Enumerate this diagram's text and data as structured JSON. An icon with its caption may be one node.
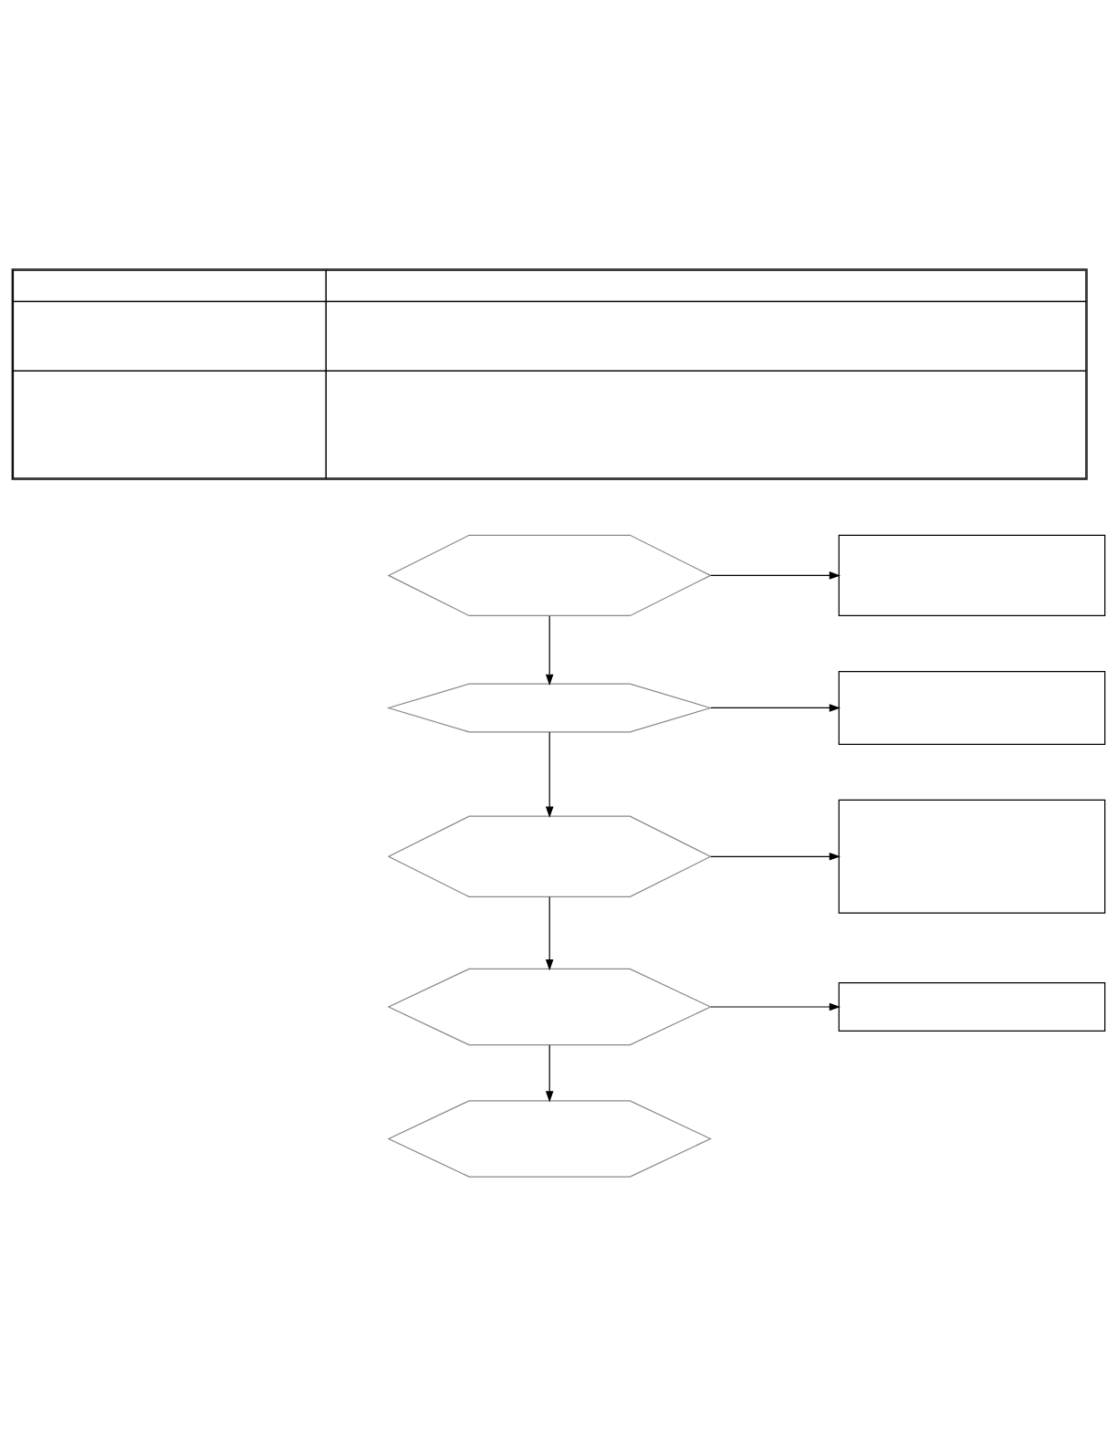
{
  "diagram": {
    "nodes": [
      {
        "text": [],
        "shape": "table"
      },
      {
        "text": [],
        "shape": "hexagon"
      },
      {
        "text": [],
        "shape": "box"
      },
      {
        "text": [],
        "shape": "hexagon"
      },
      {
        "text": [],
        "shape": "box"
      },
      {
        "text": [],
        "shape": "hexagon"
      },
      {
        "text": [],
        "shape": "box"
      },
      {
        "text": [],
        "shape": "hexagon"
      },
      {
        "text": [],
        "shape": "box"
      },
      {
        "text": [],
        "shape": "hexagon"
      }
    ],
    "edges": [
      {
        "from": 1,
        "to": 2,
        "arrow": "to"
      },
      {
        "from": 1,
        "to": 3,
        "arrow": "to"
      },
      {
        "from": 3,
        "to": 4,
        "arrow": "to"
      },
      {
        "from": 3,
        "to": 5,
        "arrow": "to"
      },
      {
        "from": 5,
        "to": 6,
        "arrow": "to"
      },
      {
        "from": 5,
        "to": 7,
        "arrow": "to"
      },
      {
        "from": 7,
        "to": 8,
        "arrow": "to"
      },
      {
        "from": 7,
        "to": 9,
        "arrow": "to"
      }
    ]
  }
}
